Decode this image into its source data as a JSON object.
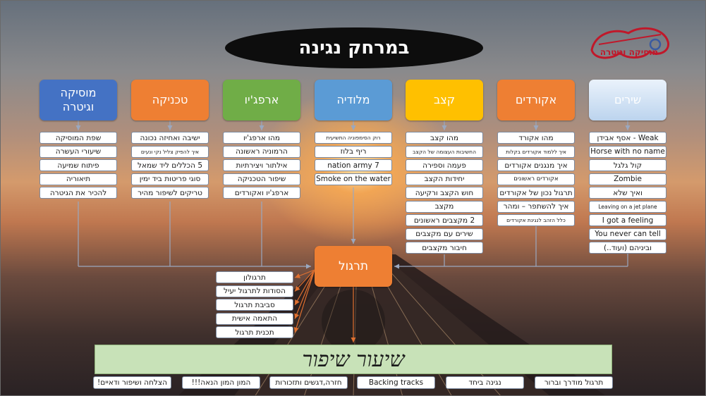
{
  "title": "במרחק נגינה",
  "logo": {
    "name": "Guitar logo",
    "tagline": "מוסיקה וגיטרה"
  },
  "categories": [
    {
      "id": "songs",
      "label": "שירים",
      "color": "#d8e6f5",
      "text_color": "#ffffff",
      "items": [
        "Weak - אסף אבידן",
        "Horse with no name",
        "קול גלגל",
        "Zombie",
        "ואיך שלא",
        "Leaving on a jet plane",
        "I got a feeling",
        "You never can tell",
        "וביניהם (ועוד..)"
      ]
    },
    {
      "id": "chords",
      "label": "אקורדים",
      "color": "#ee7f33",
      "text_color": "#ffffff",
      "items": [
        "מהו אקורד",
        "איך ללמוד אקורדים בקלות",
        "איך מנגנים אקורדים",
        "אקורדים ראשונים",
        "תרגול נכון של אקורדים",
        "איך להשתפר – ומהר",
        "כלל הזהב לנגינת אקורדים"
      ]
    },
    {
      "id": "rhythm",
      "label": "קצב",
      "color": "#ffc000",
      "text_color": "#ffffff",
      "items": [
        "מהו קצב",
        "החשיבות העצומה של הקצב",
        "פעמה וספירה",
        "יחידות הקצב",
        "חוש הקצב ורקיעה",
        "מקצב",
        "2 מקצבים ראשונים",
        "שירים עם מקצבים",
        "חיבור מקצבים"
      ]
    },
    {
      "id": "melody",
      "label": "מלודיה",
      "color": "#5b9bd5",
      "text_color": "#ffffff",
      "items": [
        "רוק הסימפוניה התשיעית",
        "ריף בלוז",
        "7 nation army",
        "Smoke on the water"
      ]
    },
    {
      "id": "arpeggio",
      "label": "ארפג'יו",
      "color": "#70ad47",
      "text_color": "#ffffff",
      "items": [
        "מהו ארפג'יו",
        "הרמוניה ראשונה",
        "אילתור ויצירתיות",
        "שיפור הטכניקה",
        "ארפג'יו ואקורדים"
      ]
    },
    {
      "id": "technique",
      "label": "טכניקה",
      "color": "#ee7f33",
      "text_color": "#ffffff",
      "items": [
        "ישיבה ואחיזה נכונה",
        "איך להפיק צליל נקי ונעים",
        "5 הכללים ליד שמאל",
        "סוגי פריטות ביד ימין",
        "טריקים לשיפור מהיר"
      ]
    },
    {
      "id": "music-guitar",
      "label": "מוסיקה וגיטרה",
      "color": "#4472c4",
      "text_color": "#ffffff",
      "items": [
        "שפת המוסיקה",
        "שיעורי העשרה",
        "פיתוח שמיעה",
        "תיאוריה",
        "להכיר את הגיטרה"
      ]
    }
  ],
  "practice": {
    "label": "תרגול",
    "items": [
      "תרגולון",
      "הסודות לתרגול יעיל",
      "סביבת תרגול",
      "התאמה אישית",
      "תכנית תרגול"
    ]
  },
  "lesson": {
    "label": "שיעור שיפור"
  },
  "bottom_items": [
    "תרגול מודרך וברור",
    "נגינה ביחד",
    "Backing tracks",
    "חזרה,דגשים ותזכורות",
    "המון המון הנאה!!!",
    "הצלחה ושיפור ודאיים!"
  ],
  "colors": {
    "line": "#9aa8c0",
    "arrow": "#e07030"
  }
}
